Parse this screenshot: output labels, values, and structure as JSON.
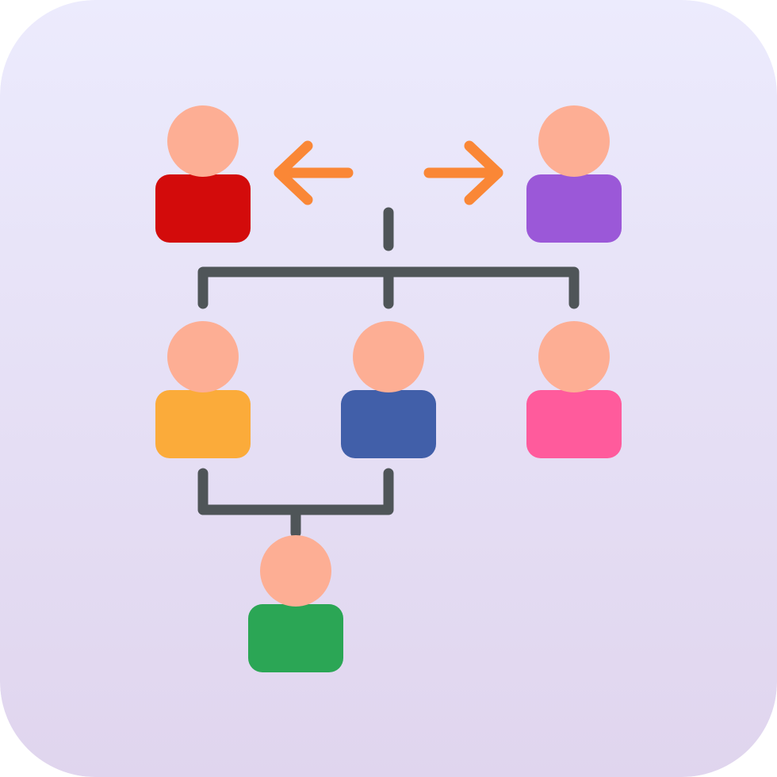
{
  "icon": {
    "name": "organization-hierarchy-icon",
    "background_gradient": [
      "#ECEBFD",
      "#E0D5EE"
    ],
    "connector_color": "#4F5558",
    "arrow_color": "#FA8736",
    "head_color": "#FDAE94"
  },
  "people": [
    {
      "name": "person-top-left",
      "body_color": "#D30B0B"
    },
    {
      "name": "person-top-right",
      "body_color": "#9B58D8"
    },
    {
      "name": "person-middle-left",
      "body_color": "#FBAB3A"
    },
    {
      "name": "person-middle-center",
      "body_color": "#415FA9"
    },
    {
      "name": "person-middle-right",
      "body_color": "#FF5B9C"
    },
    {
      "name": "person-bottom",
      "body_color": "#2BA655"
    }
  ]
}
